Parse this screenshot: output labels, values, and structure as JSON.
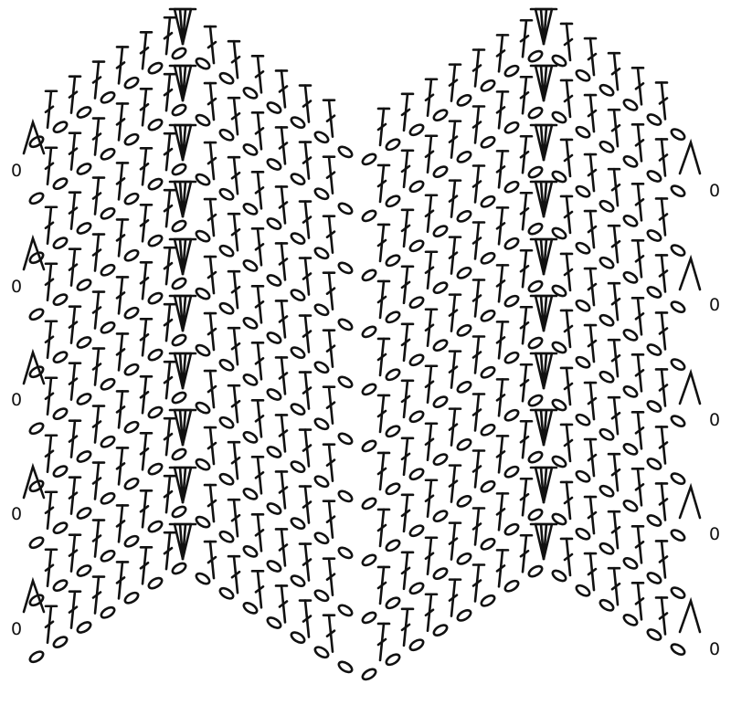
{
  "diagram": {
    "kind": "crochet-chart",
    "pattern": "ripple-zigzag",
    "ink_color": "#111111",
    "background_color": "#ffffff",
    "symbols": [
      "chain-stitch-oval",
      "double-crochet-stitch",
      "dc-3-together-decrease",
      "fan-increase"
    ],
    "row_markers": {
      "left": [
        "0",
        "0",
        "0",
        "0",
        "0"
      ],
      "right": [
        "0",
        "0",
        "0",
        "0",
        "0"
      ]
    }
  }
}
